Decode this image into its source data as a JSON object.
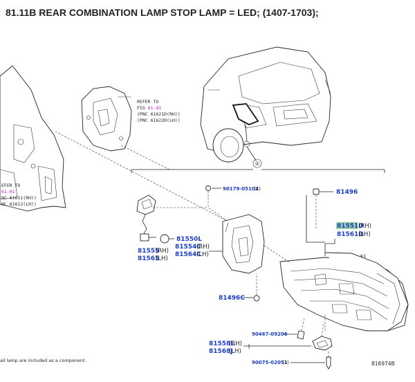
{
  "page": {
    "title": "81.11B REAR COMBINATION LAMP STOP LAMP = LED; (1407-1703);"
  },
  "diagram": {
    "ref_right": {
      "refer_to": "REFER TO",
      "fig_prefix": "FIG ",
      "fig_number": "61-01",
      "line1": "(PNC 61621D(RH))",
      "line2": "(PNC 61622D(LH))"
    },
    "ref_left": {
      "refer_to": "EFER TO",
      "fig_number": "61-01",
      "line1": "NC 61611(RH))",
      "line2": "NC 61612(LH))"
    },
    "callout_marker": "①",
    "parts": {
      "p90179": {
        "number": "90179-05102",
        "suffix": "(4)"
      },
      "p81496": {
        "number": "81496"
      },
      "p81551D": {
        "number": "81551D",
        "suffix": "(RH)"
      },
      "p81561D": {
        "number": "81561D",
        "suffix": "(LH)"
      },
      "p81550L": {
        "number": "81550L"
      },
      "p81555": {
        "number": "81555",
        "suffix": "(RH)"
      },
      "p81565": {
        "number": "81565",
        "suffix": "(LH)"
      },
      "p81554C": {
        "number": "81554C",
        "suffix": "(RH)"
      },
      "p81564C": {
        "number": "81564C",
        "suffix": "(LH)"
      },
      "p81496C": {
        "number": "81496C"
      },
      "p90467": {
        "number": "90467-09206"
      },
      "p81558L": {
        "number": "81558L",
        "suffix": "(RH)"
      },
      "p81568J": {
        "number": "81568J",
        "suffix": "(LH)"
      },
      "p90075": {
        "number": "90075-02051",
        "suffix": "(2)"
      }
    },
    "asterisk_note": "※1",
    "footnote": "ail lamp are included as a component.",
    "figure_id": "816974B"
  }
}
